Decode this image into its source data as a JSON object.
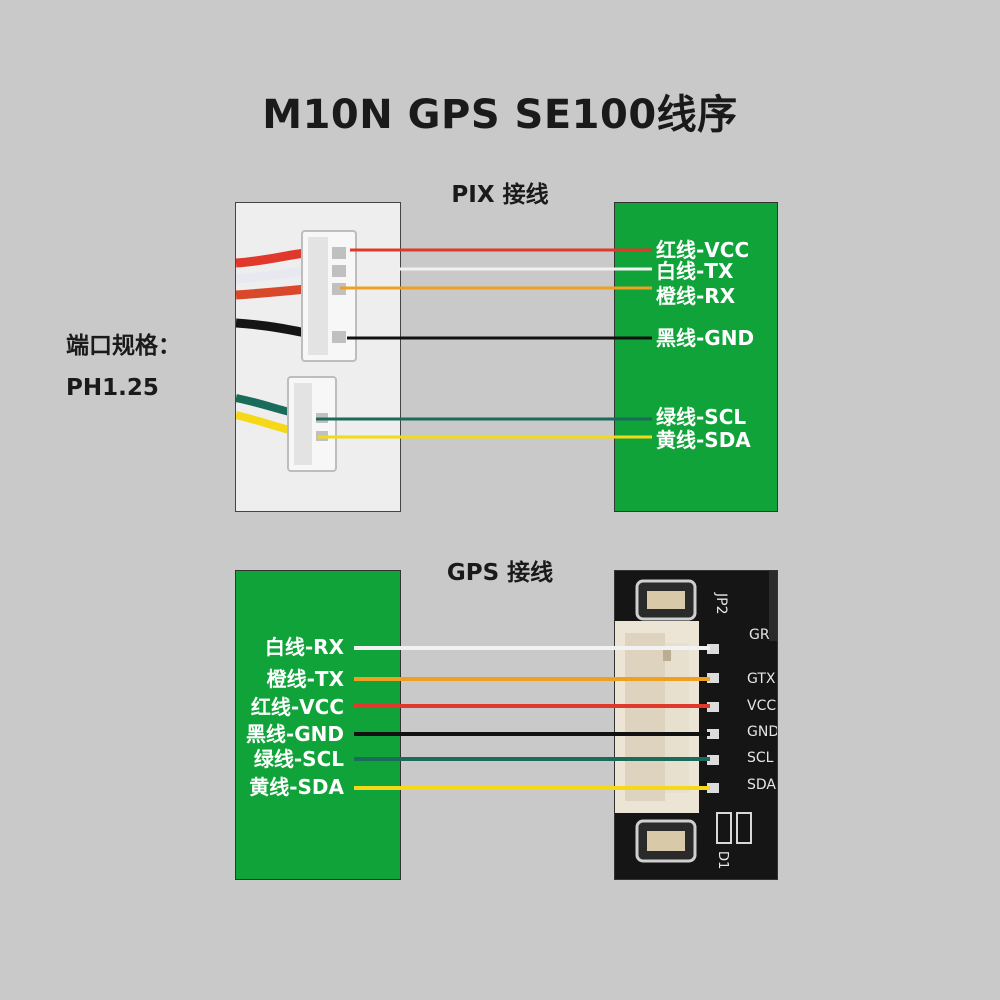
{
  "title": "M10N GPS SE100线序",
  "pix_section": {
    "title": "PIX 接线",
    "labels": [
      "红线-VCC",
      "白线-TX",
      "橙线-RX",
      "黑线-GND",
      "绿线-SCL",
      "黄线-SDA"
    ]
  },
  "gps_section": {
    "title": "GPS 接线",
    "labels": [
      "白线-RX",
      "橙线-TX",
      "红线-VCC",
      "黑线-GND",
      "绿线-SCL",
      "黄线-SDA"
    ]
  },
  "port_spec": {
    "label": "端口规格：",
    "value": "PH1.25"
  },
  "pcb_silkscreen": {
    "header": "JP2",
    "pins": [
      "GRX",
      "GTX",
      "VCC",
      "GND",
      "SCL",
      "SDA"
    ],
    "diode": "D1"
  },
  "colors": {
    "background": "#c9c9c9",
    "green_panel": "#0fa33a",
    "red_wire": "#e0392b",
    "white_wire": "#f2f2f2",
    "orange_wire": "#f0a020",
    "black_wire": "#111111",
    "green_wire": "#1a6b5a",
    "yellow_wire": "#f5d817"
  }
}
